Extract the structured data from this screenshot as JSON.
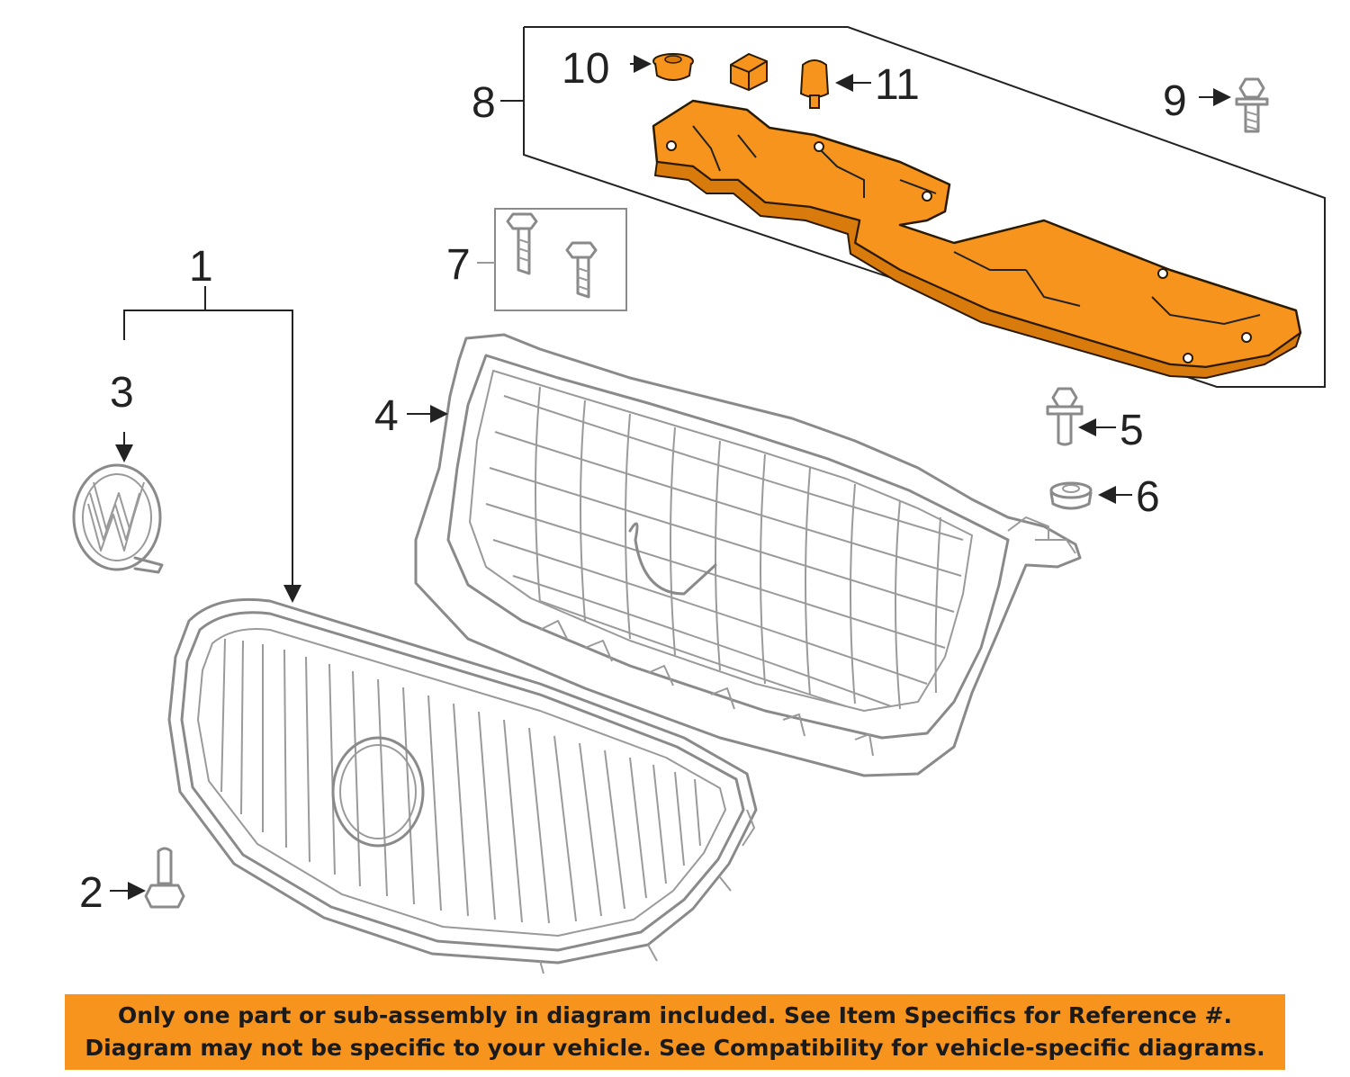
{
  "callouts": {
    "c1": "1",
    "c2": "2",
    "c3": "3",
    "c4": "4",
    "c5": "5",
    "c6": "6",
    "c7": "7",
    "c8": "8",
    "c9": "9",
    "c10": "10",
    "c11": "11"
  },
  "notice": {
    "line1": "Only one part or sub-assembly in diagram included. See Item Specifics for Reference #.",
    "line2": "Diagram may not be specific to your vehicle. See Compatibility for vehicle-specific diagrams."
  },
  "colors": {
    "highlight": "#f7941d",
    "line": "#8a8a8a",
    "text": "#222222"
  }
}
